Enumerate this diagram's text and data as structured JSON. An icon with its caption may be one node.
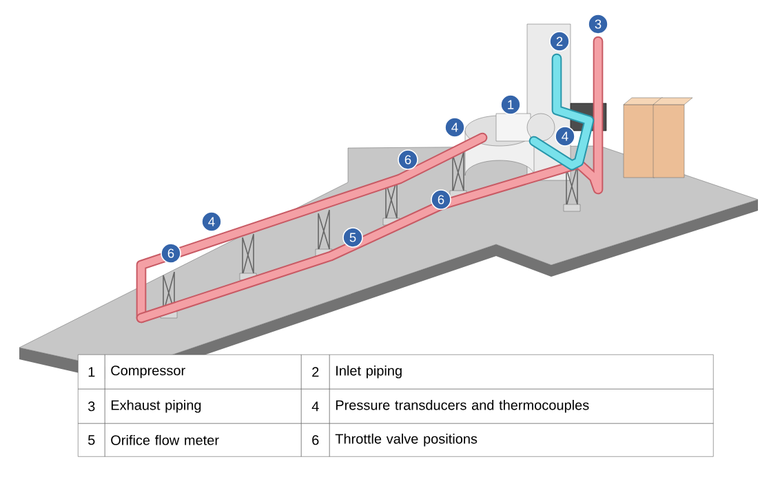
{
  "diagram": {
    "labels": [
      "3",
      "2",
      "1",
      "4",
      "4",
      "6",
      "6",
      "4",
      "5",
      "6",
      "1",
      "Compressor",
      "2",
      "Inlet piping",
      "3",
      "Exhaust piping",
      "4",
      "Pressure transducers and thermocouples",
      "5",
      "Orifice flow meter",
      "6",
      "Throttle valve positions"
    ]
  }
}
